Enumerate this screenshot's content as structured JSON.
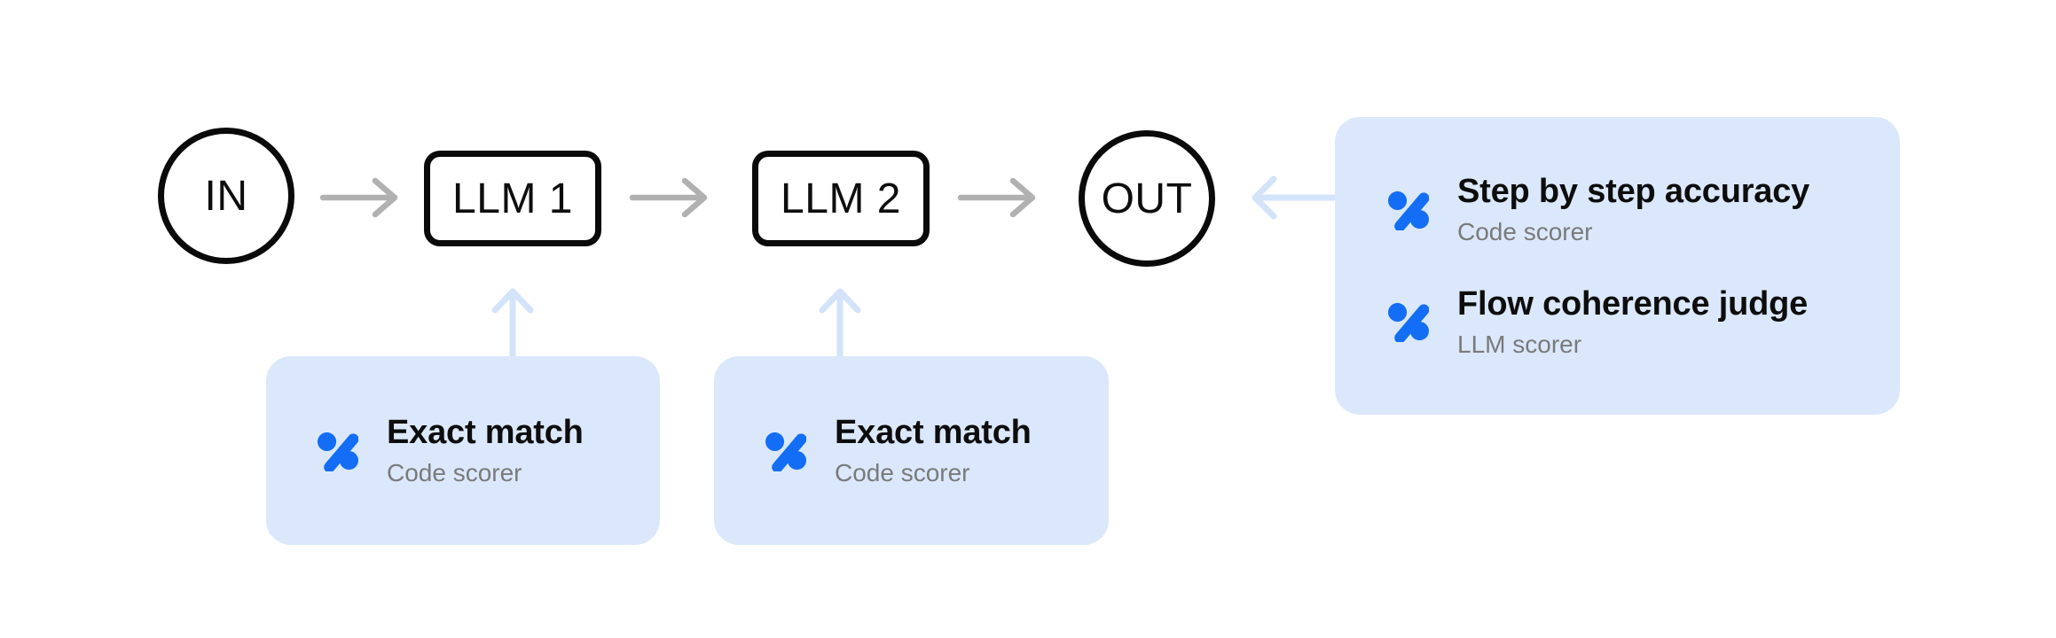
{
  "colors": {
    "accent_blue": "#146ef5",
    "card_background": "#dbe8fc",
    "blue_connector": "#d3e3fa",
    "gray_connector": "#b1b1b1",
    "node_stroke": "#0a0a0a",
    "title_text": "#0d0d0d",
    "subtitle_text": "#7a7a7a",
    "canvas_background": "#ffffff"
  },
  "pipeline": {
    "nodes": {
      "input": {
        "label": "IN"
      },
      "llm1": {
        "label": "LLM 1"
      },
      "llm2": {
        "label": "LLM 2"
      },
      "output": {
        "label": "OUT"
      }
    }
  },
  "scorers": {
    "llm1_card": {
      "items": [
        {
          "title": "Exact match",
          "subtitle": "Code scorer",
          "icon": "percent-scorer-icon"
        }
      ]
    },
    "llm2_card": {
      "items": [
        {
          "title": "Exact match",
          "subtitle": "Code scorer",
          "icon": "percent-scorer-icon"
        }
      ]
    },
    "output_card": {
      "items": [
        {
          "title": "Step by step accuracy",
          "subtitle": "Code scorer",
          "icon": "percent-scorer-icon"
        },
        {
          "title": "Flow coherence judge",
          "subtitle": "LLM scorer",
          "icon": "percent-scorer-icon"
        }
      ]
    }
  }
}
